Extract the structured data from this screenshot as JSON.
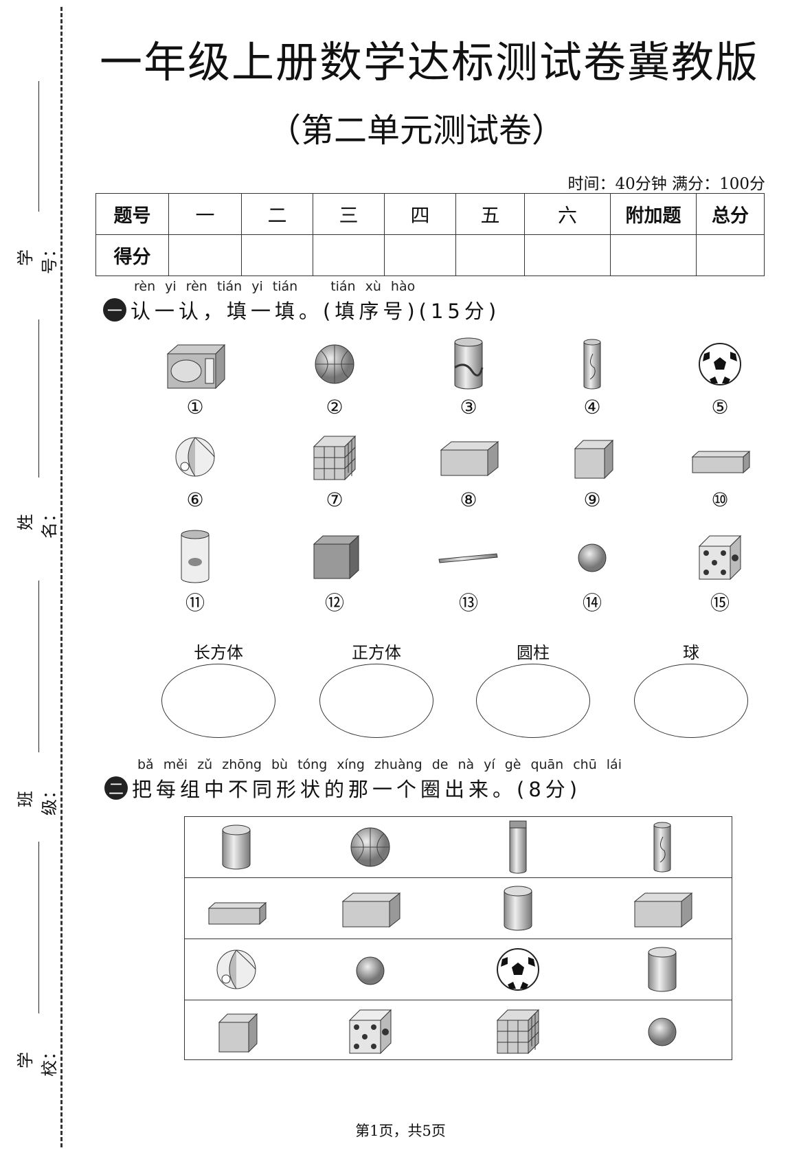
{
  "title": "一年级上册数学达标测试卷冀教版",
  "subtitle": "（第二单元测试卷）",
  "meta": "时间：40分钟  满分：100分",
  "side_labels": [
    "学号：",
    "姓名：",
    "班级：",
    "学校："
  ],
  "score_table": {
    "headers": [
      "题号",
      "一",
      "二",
      "三",
      "四",
      "五",
      "六",
      "附加题",
      "总分"
    ],
    "row_label": "得分"
  },
  "section1": {
    "badge": "一",
    "pinyin": [
      "rèn",
      "yi",
      "rèn",
      "tián",
      "yi",
      "tián",
      "",
      "tián",
      "xù",
      "hào"
    ],
    "heading": "认一认，填一填。(填序号)(15分)",
    "items": [
      {
        "num": "①",
        "icon": "microwave"
      },
      {
        "num": "②",
        "icon": "basketball"
      },
      {
        "num": "③",
        "icon": "cylinder-jar"
      },
      {
        "num": "④",
        "icon": "can"
      },
      {
        "num": "⑤",
        "icon": "soccer-ball"
      },
      {
        "num": "⑥",
        "icon": "beach-ball"
      },
      {
        "num": "⑦",
        "icon": "rubiks-cube"
      },
      {
        "num": "⑧",
        "icon": "box"
      },
      {
        "num": "⑨",
        "icon": "cube"
      },
      {
        "num": "⑩",
        "icon": "cuboid"
      },
      {
        "num": "⑪",
        "icon": "tea-can"
      },
      {
        "num": "⑫",
        "icon": "cube-box"
      },
      {
        "num": "⑬",
        "icon": "stick"
      },
      {
        "num": "⑭",
        "icon": "small-ball"
      },
      {
        "num": "⑮",
        "icon": "dice"
      }
    ],
    "categories": [
      "长方体",
      "正方体",
      "圆柱",
      "球"
    ]
  },
  "section2": {
    "badge": "二",
    "pinyin": [
      "bǎ",
      "měi",
      "zǔ",
      "zhōng",
      "bù",
      "tóng",
      "xíng",
      "zhuàng",
      "de",
      "nà",
      "yí",
      "gè",
      "quān",
      "chū",
      "lái"
    ],
    "heading": "把每组中不同形状的那一个圈出来。(8分)",
    "rows": [
      [
        "cylinder",
        "basketball",
        "bottle",
        "can"
      ],
      [
        "cuboid",
        "box",
        "cylinder",
        "box"
      ],
      [
        "beach-ball",
        "small-ball",
        "soccer-ball",
        "cylinder"
      ],
      [
        "cube",
        "dice",
        "rubiks-cube",
        "small-ball"
      ]
    ]
  },
  "footer": "第1页，共5页"
}
